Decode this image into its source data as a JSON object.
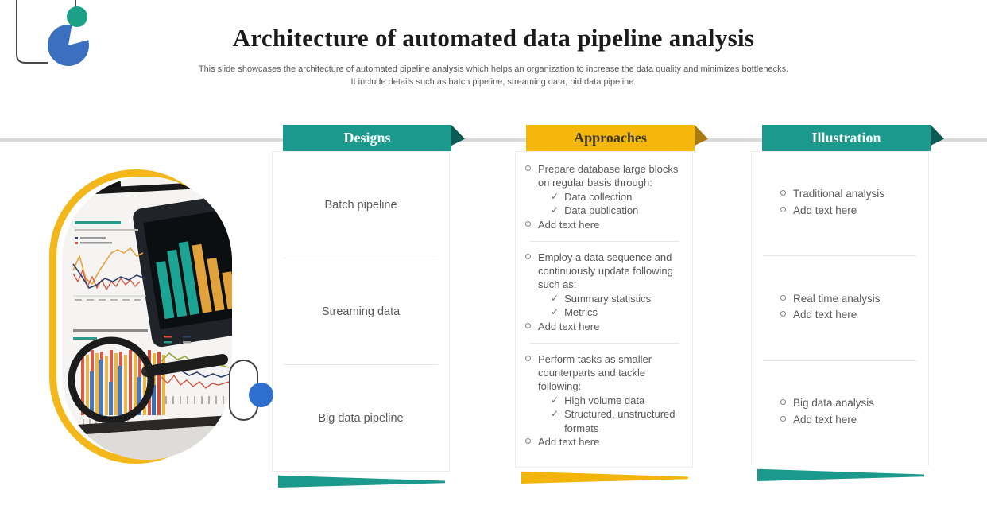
{
  "header": {
    "title": "Architecture of automated data pipeline analysis",
    "subtitle_line1": "This slide showcases the architecture of automated pipeline analysis which helps an organization to increase the data quality and minimizes bottlenecks.",
    "subtitle_line2": "It include details such as batch pipeline, streaming data, bid data pipeline."
  },
  "icons": {
    "check": "✓",
    "bullet": "o"
  },
  "columns": {
    "designs": {
      "header": "Designs",
      "items": [
        "Batch pipeline",
        "Streaming data",
        "Big data pipeline"
      ]
    },
    "approaches": {
      "header": "Approaches",
      "sections": [
        {
          "lead": "Prepare database large blocks on regular basis through:",
          "checks": [
            "Data collection",
            "Data publication"
          ],
          "footer": "Add text here"
        },
        {
          "lead": "Employ a data sequence and continuously update following such as:",
          "checks": [
            "Summary statistics",
            "Metrics"
          ],
          "footer": "Add text here"
        },
        {
          "lead": "Perform tasks as smaller counterparts and tackle following:",
          "checks": [
            "High volume data",
            "Structured, unstructured formats"
          ],
          "footer": "Add text here"
        }
      ]
    },
    "illustration": {
      "header": "Illustration",
      "sections": [
        {
          "items": [
            "Traditional analysis",
            "Add text here"
          ]
        },
        {
          "items": [
            "Real time analysis",
            "Add text here"
          ]
        },
        {
          "items": [
            "Big data analysis",
            "Add text here"
          ]
        }
      ]
    }
  },
  "colors": {
    "teal": "#1a998c",
    "teal_dark": "#0b5b54",
    "gold": "#f6b70d",
    "gold_dark": "#a87a10",
    "yellow_ring": "#f3b71b",
    "blue_accent": "#2e6fce",
    "line_gray": "#d9d9d9",
    "text_gray": "#595959"
  }
}
